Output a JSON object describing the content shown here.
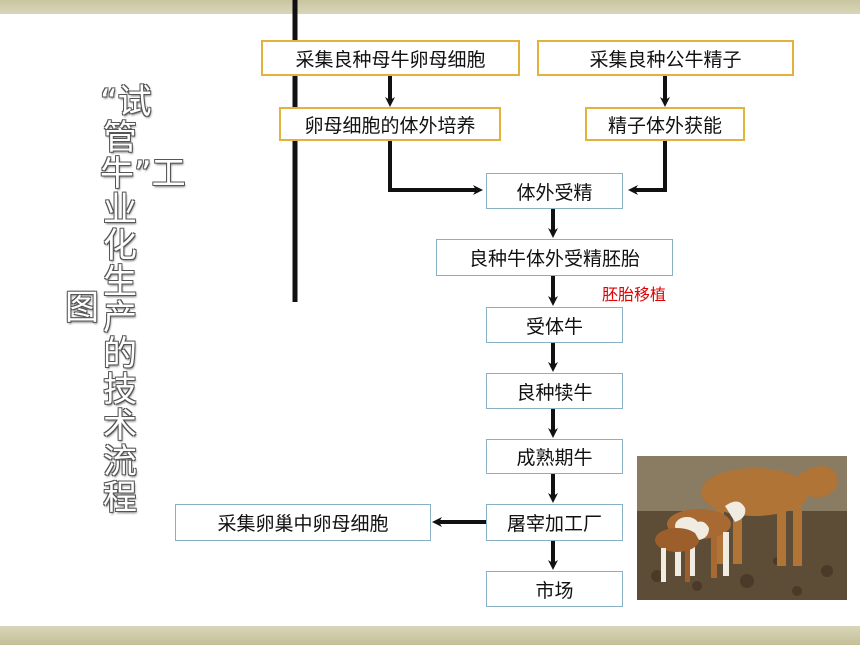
{
  "title": {
    "line1": "“试管牛”工业化生产的技术流程",
    "line2": "图"
  },
  "steps": {
    "collect_oocyte": "采集良种母牛卵母细胞",
    "collect_sperm": "采集良种公牛精子",
    "oocyte_culture": "卵母细胞的体外培养",
    "sperm_capacitation": "精子体外获能",
    "ivf": "体外受精",
    "embryo": "良种牛体外受精胚胎",
    "recipient": "受体牛",
    "calf": "良种犊牛",
    "mature": "成熟期牛",
    "slaughter": "屠宰加工厂",
    "collect_ovary_oocyte": "采集卵巢中卵母细胞",
    "market": "市场"
  },
  "annotation": "胚胎移植",
  "colors": {
    "gold_border": "#e2b23a",
    "blue_border": "#8ab0c6",
    "annotation": "#e00000"
  }
}
